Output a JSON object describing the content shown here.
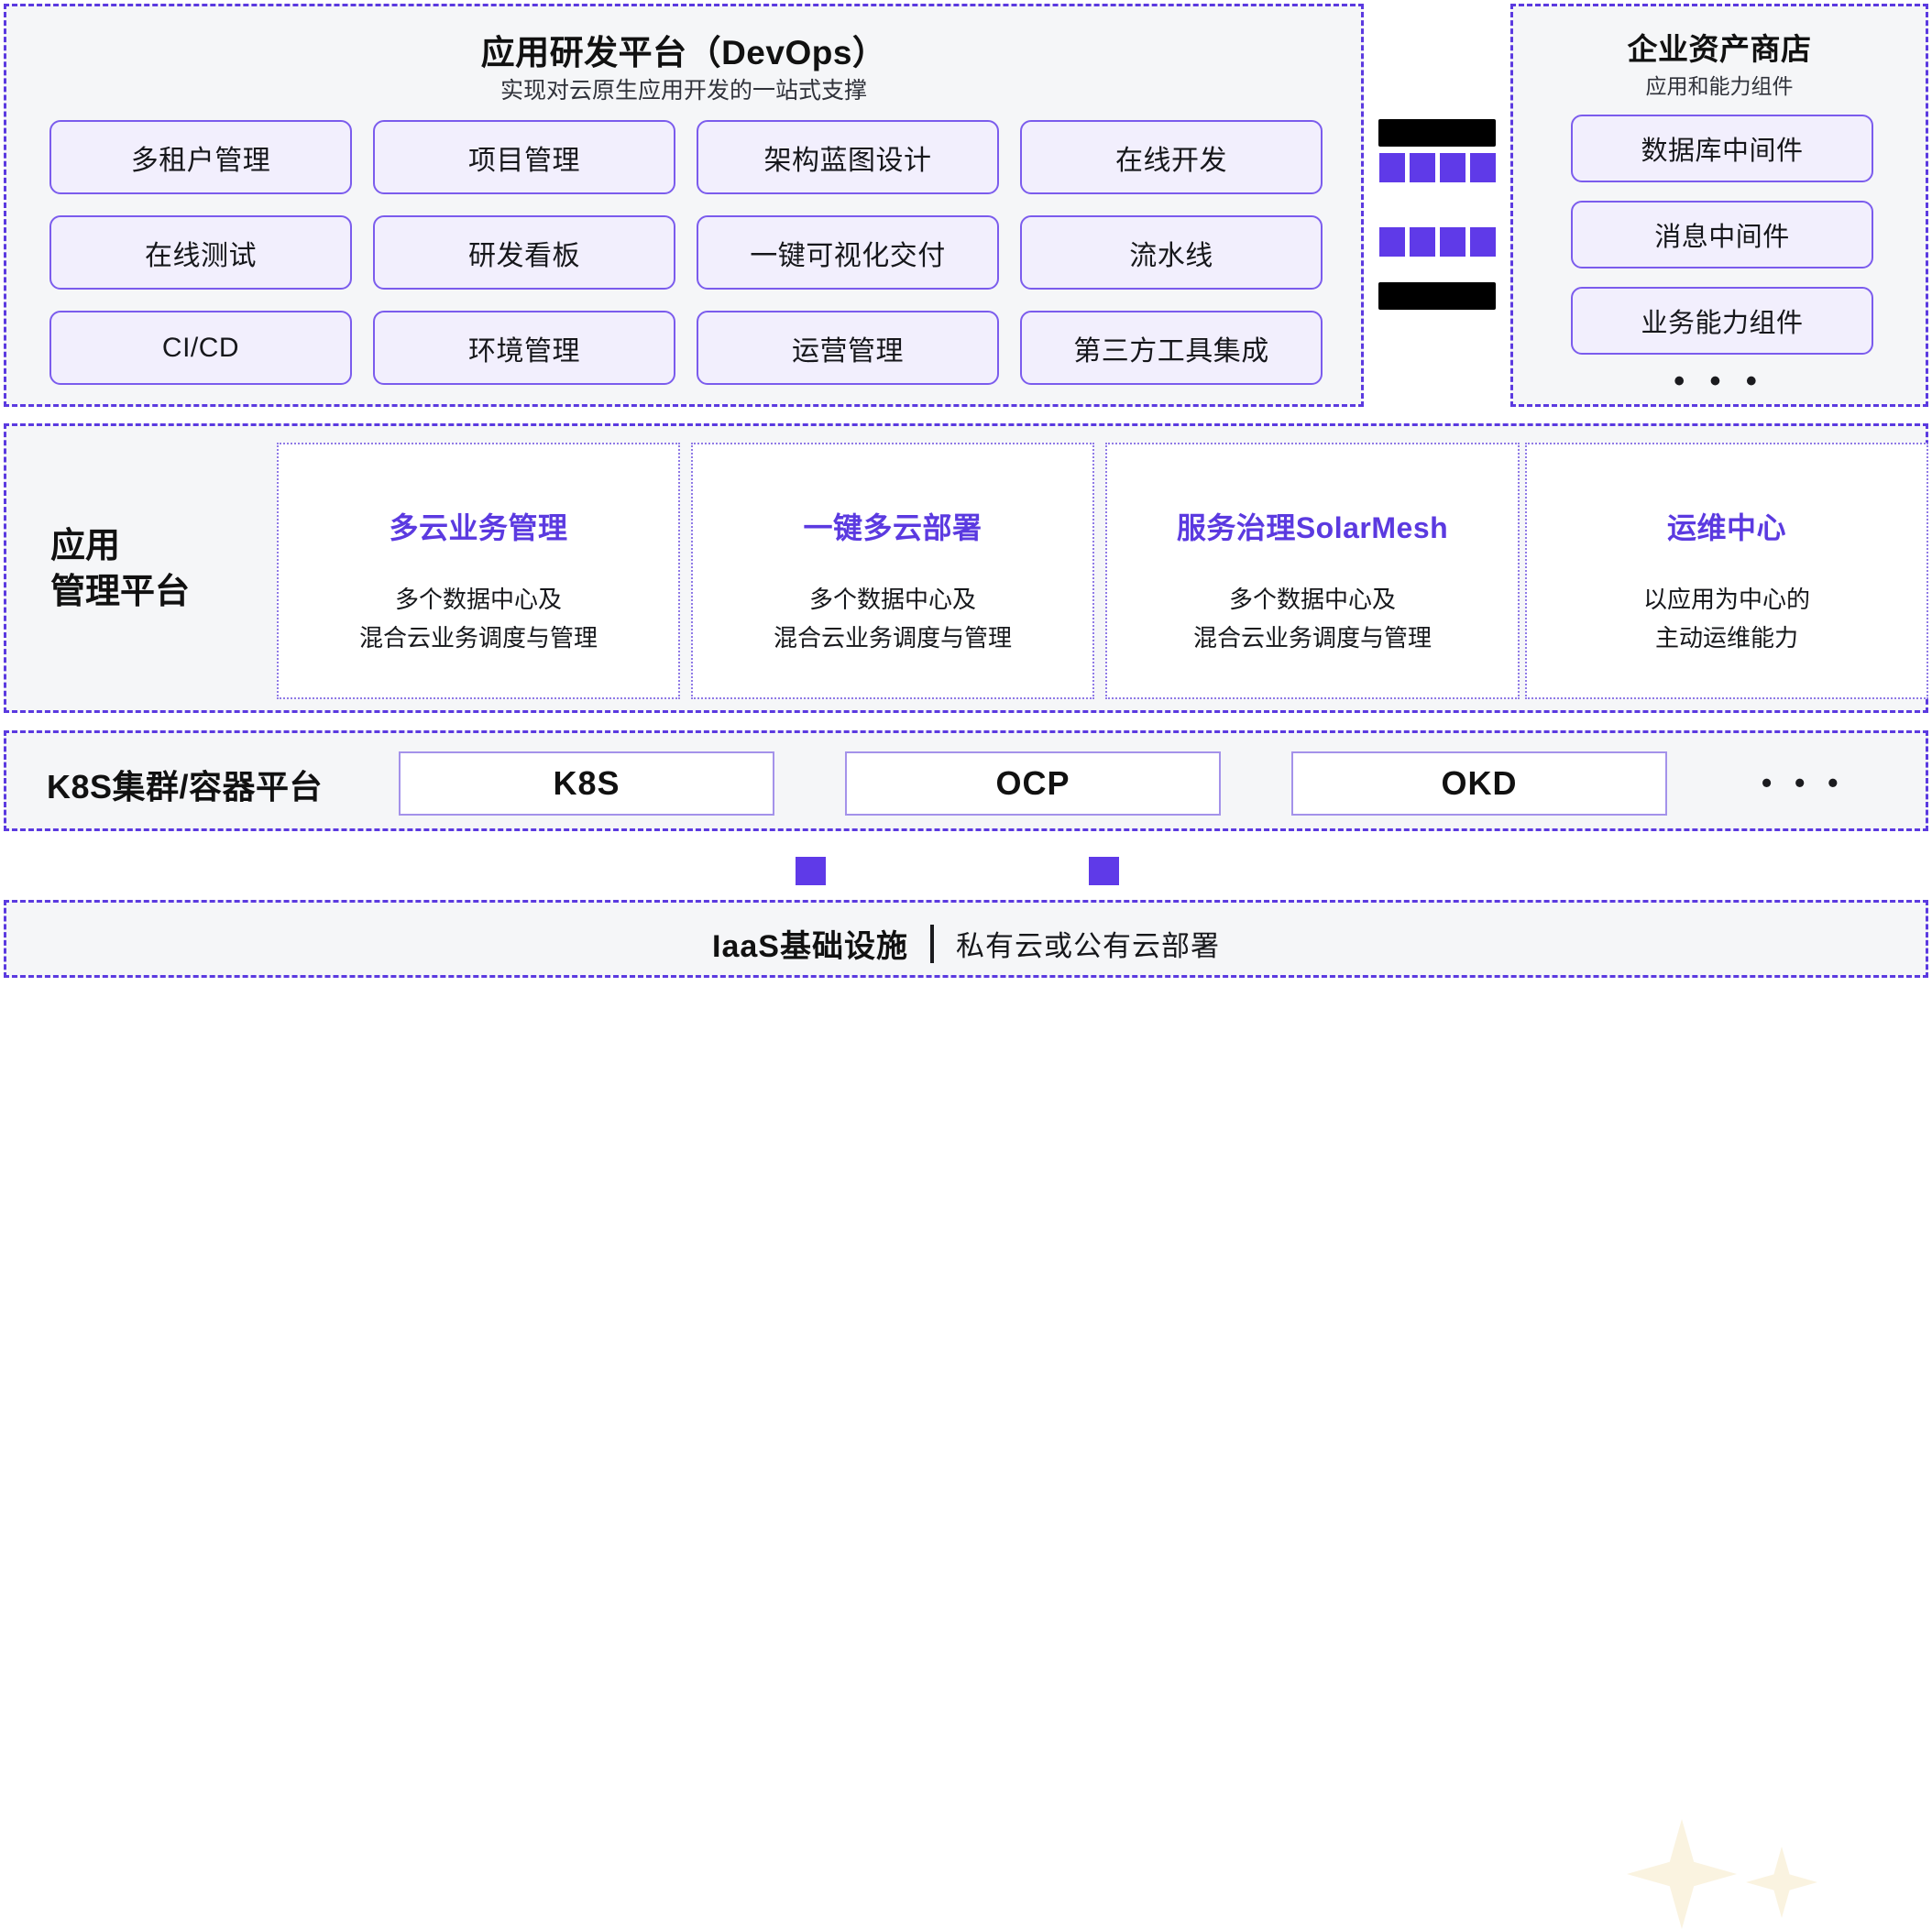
{
  "devops": {
    "title": "应用研发平台（DevOps）",
    "subtitle": "实现对云原生应用开发的一站式支撑",
    "cards": [
      "多租户管理",
      "项目管理",
      "架构蓝图设计",
      "在线开发",
      "在线测试",
      "研发看板",
      "一键可视化交付",
      "流水线",
      "CI/CD",
      "环境管理",
      "运营管理",
      "第三方工具集成"
    ]
  },
  "connector": {
    "top_label_redacted": "",
    "bottom_label_redacted": "",
    "block_color": "#5f3ae8",
    "blocks_per_row": 4,
    "rows": 2
  },
  "asset_store": {
    "title": "企业资产商店",
    "subtitle": "应用和能力组件",
    "cards": [
      "数据库中间件",
      "消息中间件",
      "业务能力组件"
    ],
    "more": "• • •"
  },
  "app_platform": {
    "label": "应用\n管理平台",
    "accent_color": "#5b3ae0",
    "cards": [
      {
        "title": "多云业务管理",
        "body": "多个数据中心及\n混合云业务调度与管理"
      },
      {
        "title": "一键多云部署",
        "body": "多个数据中心及\n混合云业务调度与管理"
      },
      {
        "title": "服务治理SolarMesh",
        "body": "多个数据中心及\n混合云业务调度与管理"
      },
      {
        "title": "运维中心",
        "body": "以应用为中心的\n主动运维能力"
      }
    ]
  },
  "k8s": {
    "label": "K8S集群/容器平台",
    "boxes": [
      "K8S",
      "OCP",
      "OKD"
    ],
    "more": "• • •"
  },
  "iaas": {
    "title": "IaaS基础设施",
    "divider": "|",
    "subtitle": "私有云或公有云部署"
  },
  "theme": {
    "panel_bg": "#f5f6f8",
    "panel_border": "#5b3ae0",
    "pill_bg": "#f2effd",
    "pill_border": "#7b5ced",
    "accent": "#5f3ae8",
    "sparkle": "#faf3e0"
  }
}
